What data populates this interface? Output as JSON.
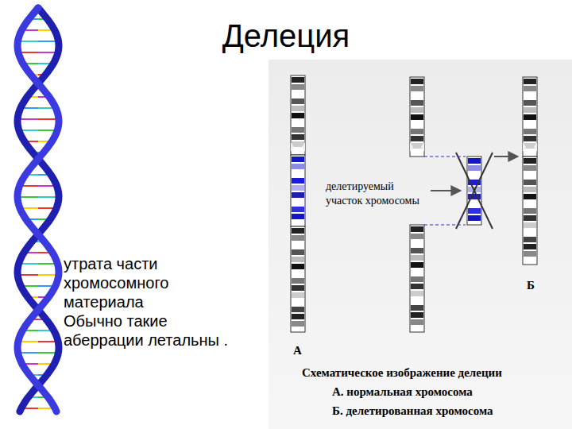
{
  "diagram": {
    "title": "Делеция",
    "caption": "Схематическое изображение делеции",
    "labels": [
      "утрата части хромосомного материала",
      "Обычно такие аберрации летальны .",
      "делетируемый участок хромосомы",
      "А",
      "Б",
      "А. нормальная хромосома",
      "Б. делетированная хромосома"
    ]
  }
}
